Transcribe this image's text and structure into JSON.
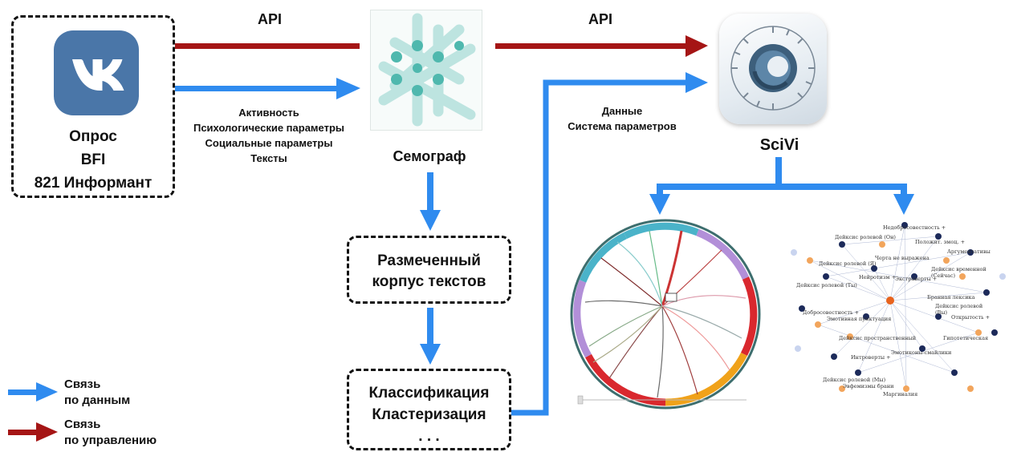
{
  "vk_box": {
    "logo_text": "VK",
    "lines": [
      "Опрос",
      "BFI",
      "821 Информант"
    ]
  },
  "top_left_arrow_label": "API",
  "top_right_arrow_label": "API",
  "semograph": {
    "label": "Семограф"
  },
  "data_flow_lines": [
    "Активность",
    "Психологические параметры",
    "Социальные параметры",
    "Тексты"
  ],
  "scivi_data_lines": [
    "Данные",
    "Система параметров"
  ],
  "scivi": {
    "label": "SciVi"
  },
  "corpus_box": {
    "lines": [
      "Размеченный",
      "корпус текстов"
    ]
  },
  "classification_box": {
    "lines": [
      "Классификация",
      "Кластеризация",
      ". . ."
    ]
  },
  "legend": {
    "data_lines": [
      "Связь",
      "по данным"
    ],
    "control_lines": [
      "Связь",
      "по управлению"
    ]
  },
  "colors": {
    "data_arrow": "#2f8bef",
    "control_arrow": "#a51515",
    "vk_blue": "#4a76a8",
    "semograph_teal": "#4fb8ae"
  },
  "icons": {
    "vk": "vk-logo-icon",
    "semograph": "molecule-icon",
    "scivi": "scivi-logo-icon"
  },
  "network_labels": [
    "Недобросовестность +",
    "Дейксис ролевой (Он)",
    "Положит. эмоц. +",
    "Аргументативы",
    "Дейксис ролевой (Я)",
    "Черта не выражена",
    "Дейксис временной (Сейчас)",
    "Нейротизм +",
    "Экстраверты +",
    "Дейксис ролевой (Ты)",
    "Бранная лексика",
    "Добросовестность +",
    "Дейксис ролевой (Вы)",
    "Эмотивная пунктуация",
    "Открытость +",
    "Дейксис пространственный",
    "Гипотетическая",
    "Интроверты +",
    "Эмотиконы-смайлики",
    "Дейксис ролевой (Мы)",
    "Эвфемизмы брани",
    "Маргиналия"
  ]
}
